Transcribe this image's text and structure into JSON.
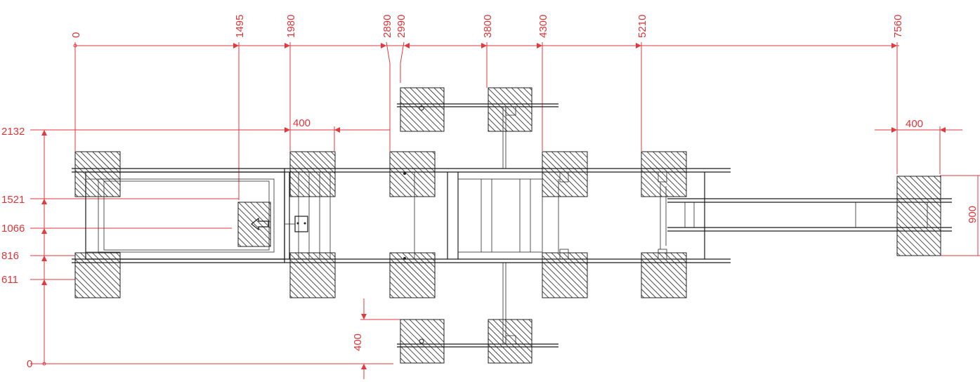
{
  "drawing": {
    "colors": {
      "dimension": "#e0393e",
      "dimension_text": "#d9363a",
      "line": "#1a1a1a",
      "hatch": "#222222"
    },
    "top_dimensions": [
      "0",
      "1495",
      "1980",
      "2890",
      "2990",
      "3800",
      "4300",
      "5210",
      "7560"
    ],
    "left_dimensions": [
      "2132",
      "1521",
      "1066",
      "816",
      "611",
      "0"
    ],
    "spacing_labels": {
      "middle_gap": "400",
      "right_gap": "400",
      "bottom_gap": "400",
      "right_height": "900"
    }
  }
}
